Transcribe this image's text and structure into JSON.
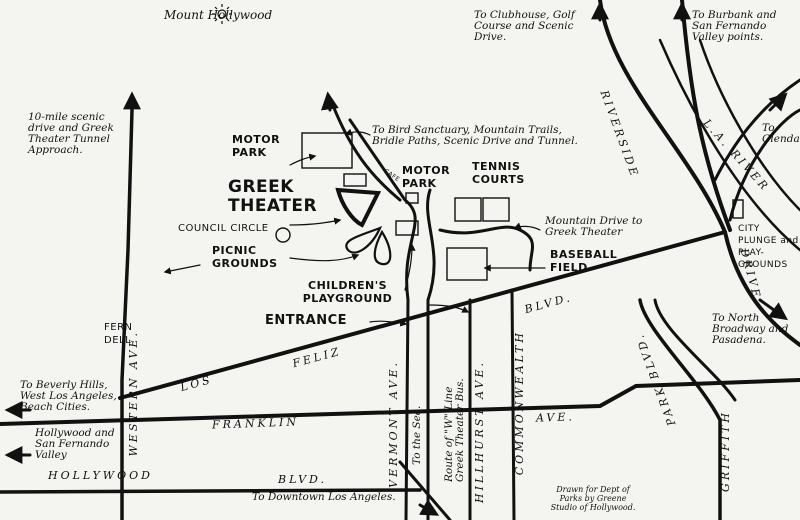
{
  "title": "Mount Hollywood",
  "places": {
    "motor_park_1": "MOTOR PARK",
    "motor_park_2": "MOTOR PARK",
    "tennis_courts": "TENNIS COURTS",
    "greek_theater": "GREEK THEATER",
    "council_circle": "COUNCIL CIRCLE",
    "picnic_grounds": "PICNIC GROUNDS",
    "childrens_playground": "CHILDREN'S PLAYGROUND",
    "entrance": "ENTRANCE",
    "baseball_field": "BASEBALL FIELD",
    "cafe": "CAFE",
    "fern_dell": "FERN DELL",
    "city_plunge": "CITY PLUNGE and PLAY-GROUNDS"
  },
  "notes": {
    "scenic_drive": "10-mile scenic drive and Greek Theater Tunnel Approach.",
    "clubhouse": "To Clubhouse, Golf Course and Scenic Drive.",
    "burbank": "To Burbank and San Fernando Valley points.",
    "bird_sanctuary": "To Bird Sanctuary, Mountain Trails, Bridle Paths, Scenic Drive and Tunnel.",
    "mountain_drive": "Mountain Drive to Greek Theater",
    "glendale": "To Glendale",
    "north_broadway": "To North Broadway and Pasadena.",
    "beverly_hills": "To Beverly Hills, West Los Angeles, Beach Cities.",
    "hollywood_valley": "Hollywood and San Fernando Valley",
    "downtown": "To Downtown Los Angeles.",
    "route_bus": "Route of \"W\" Line Greek Theater Bus.",
    "to_sea": "To the Sea.",
    "credit": "Drawn for Dept of Parks by Greene Studio of Hollywood."
  },
  "roads": {
    "riverside": "RIVERSIDE",
    "drive": "DRIVE",
    "la_river": "L.A. RIVER",
    "los": "LOS",
    "feliz": "FELIZ",
    "blvd_feliz": "BLVD.",
    "franklin": "FRANKLIN",
    "ave_franklin": "AVE.",
    "hollywood": "HOLLYWOOD",
    "blvd_hollywood": "BLVD.",
    "western_ave": "WESTERN AVE.",
    "vermont_ave": "VERMONT AVE.",
    "hillhurst_ave": "HILLHURST AVE.",
    "commonwealth": "COMMONWEALTH",
    "park_blvd": "PARK BLVD.",
    "griffith": "GRIFFITH"
  }
}
